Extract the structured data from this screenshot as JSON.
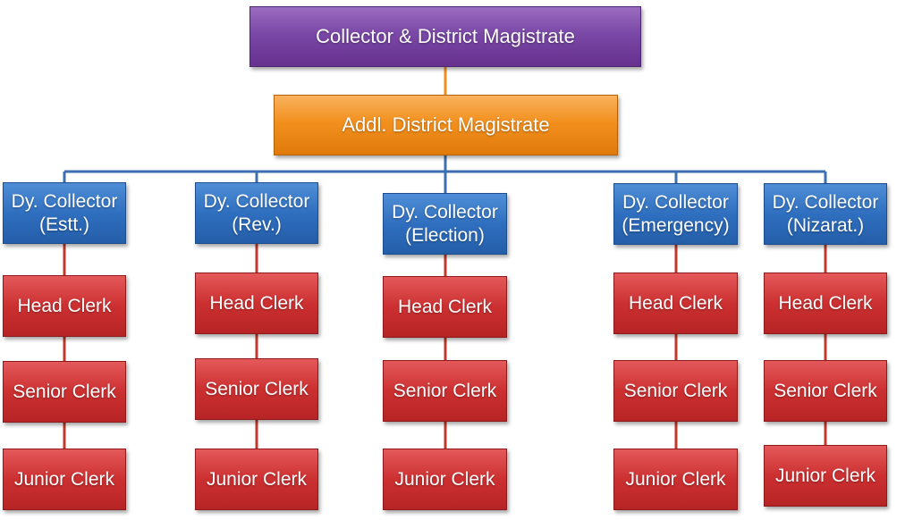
{
  "top": {
    "label": "Collector & District Magistrate"
  },
  "addl": {
    "label": "Addl. District Magistrate"
  },
  "colors": {
    "top": "#7a48a6",
    "addl": "#f2901e",
    "dy_collector": "#2f6fbf",
    "clerk": "#cc3031",
    "connector_blue": "#3e6fb0",
    "connector_orange": "#f2901e",
    "connector_red": "#c0392b"
  },
  "branches": [
    {
      "dy_line1": "Dy. Collector",
      "dy_line2": "(Estt.)",
      "clerks": [
        "Head Clerk",
        "Senior Clerk",
        "Junior Clerk"
      ]
    },
    {
      "dy_line1": "Dy. Collector",
      "dy_line2": "(Rev.)",
      "clerks": [
        "Head Clerk",
        "Senior Clerk",
        "Junior Clerk"
      ]
    },
    {
      "dy_line1": "Dy. Collector",
      "dy_line2": "(Election)",
      "clerks": [
        "Head Clerk",
        "Senior Clerk",
        "Junior Clerk"
      ]
    },
    {
      "dy_line1": "Dy. Collector",
      "dy_line2": "(Emergency)",
      "clerks": [
        "Head Clerk",
        "Senior Clerk",
        "Junior Clerk"
      ]
    },
    {
      "dy_line1": "Dy. Collector",
      "dy_line2": "(Nizarat.)",
      "clerks": [
        "Head Clerk",
        "Senior Clerk",
        "Junior Clerk"
      ]
    }
  ]
}
